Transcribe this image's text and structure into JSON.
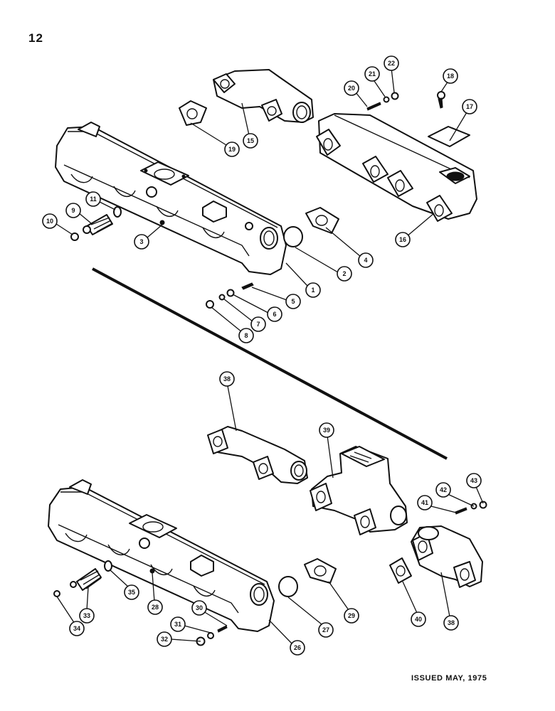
{
  "page": {
    "number": "12",
    "issued": "ISSUED MAY, 1975"
  },
  "callouts": {
    "top": [
      "1",
      "2",
      "3",
      "4",
      "5",
      "6",
      "7",
      "8",
      "9",
      "10",
      "11",
      "15",
      "16",
      "17",
      "18",
      "19",
      "20",
      "21",
      "22"
    ],
    "bottom": [
      "26",
      "27",
      "28",
      "29",
      "30",
      "31",
      "32",
      "33",
      "34",
      "35",
      "38",
      "39",
      "40",
      "38",
      "41",
      "42",
      "43"
    ]
  }
}
